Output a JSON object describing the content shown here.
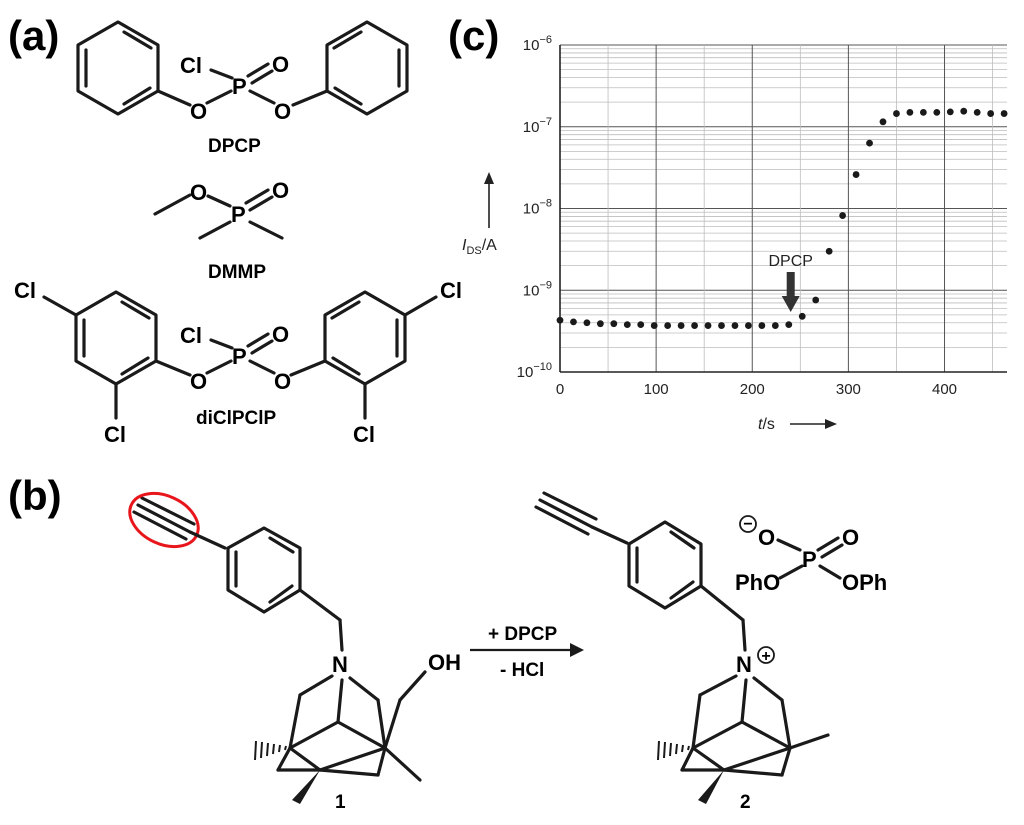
{
  "panels": {
    "a": {
      "label": "(a)",
      "compounds": [
        {
          "name": "DPCP",
          "atoms": {
            "cl": "Cl",
            "p": "P",
            "o_double": "O",
            "o_left": "O",
            "o_right": "O"
          }
        },
        {
          "name": "DMMP",
          "atoms": {
            "o_ester": "O",
            "p": "P",
            "o_double": "O"
          }
        },
        {
          "name": "diClPClP",
          "atoms": {
            "cl": "Cl",
            "p": "P",
            "o_double": "O",
            "o_left": "O",
            "o_right": "O",
            "cl_left_para": "Cl",
            "cl_left_ortho": "Cl",
            "cl_right_para": "Cl",
            "cl_right_ortho": "Cl"
          }
        }
      ]
    },
    "b": {
      "label": "(b)",
      "reagent_top": "+ DPCP",
      "reagent_bottom": "- HCl",
      "compound_1": {
        "number": "1",
        "n_atom": "N",
        "oh_group": "OH"
      },
      "compound_2": {
        "number": "2",
        "n_atom": "N",
        "charge_plus": "+",
        "charge_minus": "−",
        "anion": {
          "o_minus": "O",
          "p": "P",
          "o_double": "O",
          "pho": "PhO",
          "oph": "OPh"
        }
      }
    },
    "c": {
      "label": "(c)",
      "arrow_label": "DPCP",
      "xlabel_var": "t",
      "xlabel_unit": "/s",
      "ylabel_var": "I",
      "ylabel_sub": "DS",
      "ylabel_unit": "/A"
    }
  },
  "chart_data": {
    "type": "scatter",
    "title": "",
    "xlabel": "t/s",
    "ylabel": "I_DS/A",
    "xlim": [
      0,
      465
    ],
    "ylim": [
      1e-10,
      1e-06
    ],
    "yscale": "log",
    "xticks": [
      0,
      100,
      200,
      300,
      400
    ],
    "yticks": [
      1e-10,
      1e-09,
      1e-08,
      1e-07,
      1e-06
    ],
    "ytick_labels": [
      {
        "base": "10",
        "exp": "−10"
      },
      {
        "base": "10",
        "exp": "−9"
      },
      {
        "base": "10",
        "exp": "−8"
      },
      {
        "base": "10",
        "exp": "−7"
      },
      {
        "base": "10",
        "exp": "−6"
      }
    ],
    "grid": true,
    "annotation": {
      "text": "DPCP",
      "x": 240
    },
    "series": [
      {
        "x": [
          0,
          14,
          28,
          42,
          56,
          70,
          84,
          98,
          112,
          126,
          140,
          154,
          168,
          182,
          196,
          210,
          224,
          238,
          252,
          266,
          280,
          294,
          308,
          322,
          336,
          350,
          364,
          378,
          392,
          406,
          420,
          434,
          448,
          462
        ],
        "y": [
          4.3e-10,
          4.1e-10,
          4e-10,
          3.9e-10,
          3.9e-10,
          3.8e-10,
          3.8e-10,
          3.7e-10,
          3.7e-10,
          3.7e-10,
          3.7e-10,
          3.7e-10,
          3.7e-10,
          3.7e-10,
          3.7e-10,
          3.7e-10,
          3.7e-10,
          3.8e-10,
          4.8e-10,
          7.6e-10,
          3e-09,
          8.2e-09,
          2.6e-08,
          6.3e-08,
          1.15e-07,
          1.45e-07,
          1.5e-07,
          1.5e-07,
          1.5e-07,
          1.52e-07,
          1.55e-07,
          1.5e-07,
          1.45e-07,
          1.45e-07
        ]
      }
    ]
  }
}
